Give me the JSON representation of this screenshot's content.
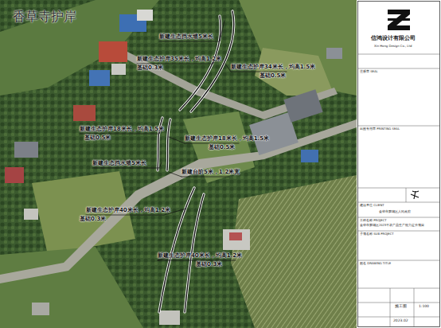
{
  "diagram": {
    "title": "香草寺护岸",
    "labels": [
      "新建生态挡水墙5米长",
      "新建生态护岸35米长，均高1.2米",
      "基础0.3米",
      "新建生态护岸34米长，均高1.5米",
      "基础0.5米",
      "新建生态护岸18米长，均高1.5米",
      "基础0.5米",
      "新建生态护岸18米长，均高1.5米",
      "基础0.5米",
      "新建生态挡水墙5米长",
      "新建台阶5米，1.2米宽",
      "新建生态护岸40米长，均高1.2米",
      "基础0.3米",
      "新建生态护岸40米长，均高1.2米",
      "基础0.3米",
      "信鸿设计有限公司",
      "Xin Hong Design Co., Ltd",
      "注册章 SEAL",
      "出图专用章 PRINTING SEAL",
      "建设单位 CLIENT",
      "金华市婺城区人民政府",
      "工程名称 PROJECT",
      "金华市婺城区2023年农产品生产能力提升项目",
      "子项名称 SUB PROJECT",
      "图名 DRAWING TITLE",
      "施工图",
      "1:100",
      "2023.02"
    ]
  }
}
